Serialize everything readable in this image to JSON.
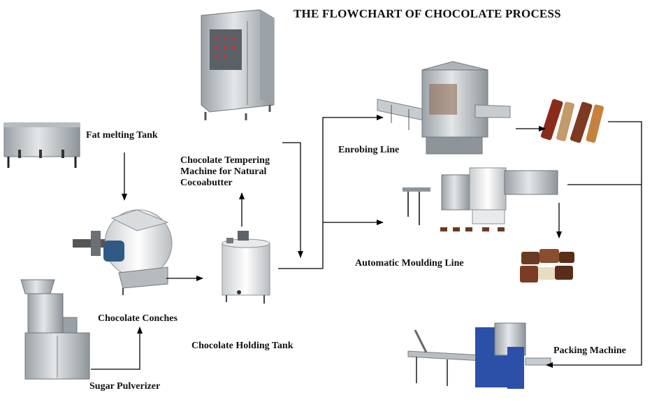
{
  "title": "THE FLOWCHART OF CHOCOLATE PROCESS",
  "labels": {
    "fat_melting_tank": "Fat melting Tank",
    "tempering_machine_line1": "Chocolate Tempering",
    "tempering_machine_line2": "Machine for Natural",
    "tempering_machine_line3": "Cocoabutter",
    "enrobing_line": "Enrobing Line",
    "automatic_moulding_line": "Automatic Moulding Line",
    "chocolate_conches": "Chocolate Conches",
    "chocolate_holding_tank": "Chocolate Holding Tank",
    "sugar_pulverizer": "Sugar Pulverizer",
    "packing_machine": "Packing Machine"
  },
  "colors": {
    "steel": "#cfd3d6",
    "steel_dark": "#7d8489",
    "motor_blue": "#2f5a86",
    "packer_blue": "#2c4fa8",
    "chocolate": "#6b3a22",
    "bar_red": "#8a2c1c",
    "line": "#000000"
  }
}
